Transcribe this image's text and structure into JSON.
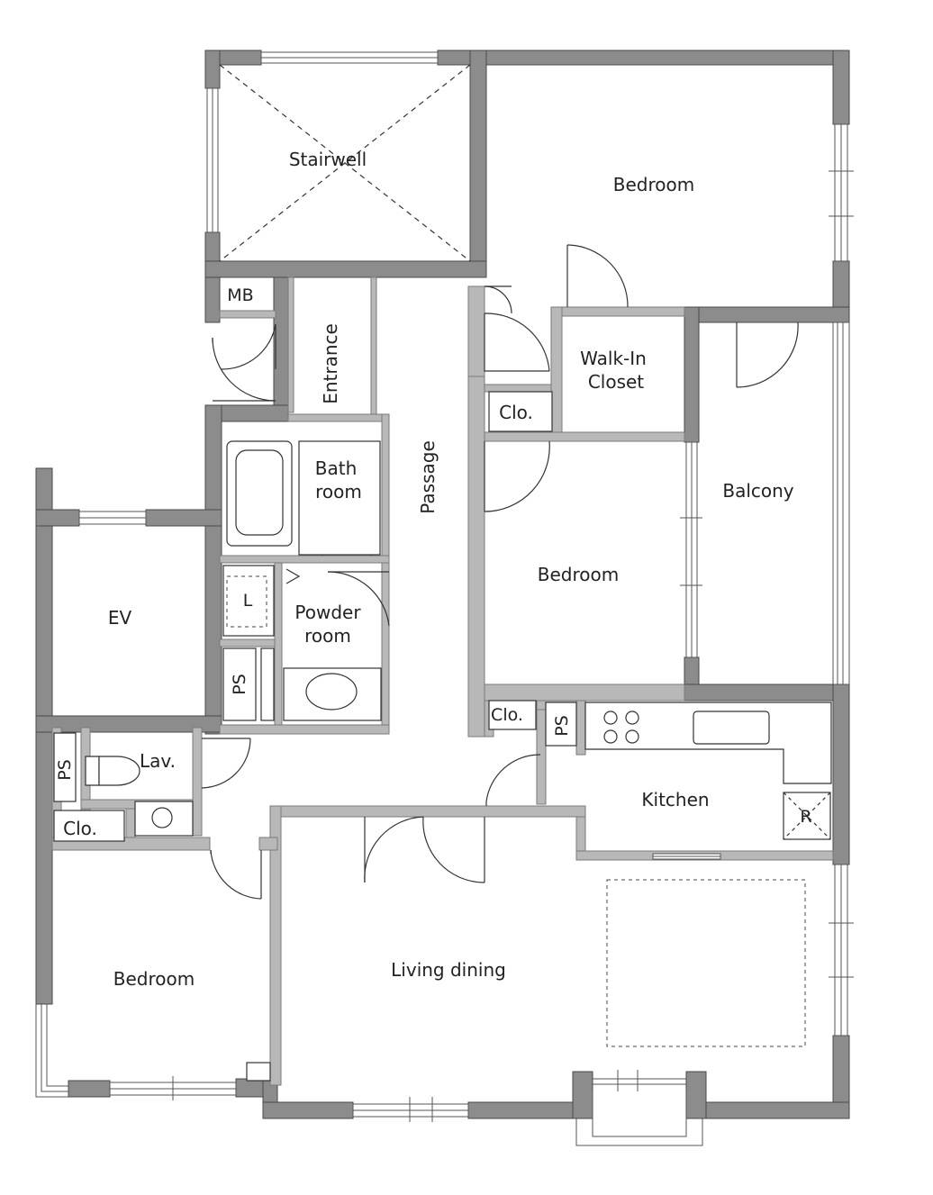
{
  "rooms": {
    "stairwell": "Stairwell",
    "bedroom_top": "Bedroom",
    "mb": "MB",
    "entrance": "Entrance",
    "passage": "Passage",
    "walk_in_1": "Walk-In",
    "walk_in_2": "Closet",
    "clo_upper": "Clo.",
    "balcony": "Balcony",
    "bath_1": "Bath",
    "bath_2": "room",
    "bedroom_mid": "Bedroom",
    "ev": "EV",
    "l_mark": "L",
    "powder_1": "Powder",
    "powder_2": "room",
    "ps_left": "PS",
    "clo_mid": "Clo.",
    "ps_kitchen": "PS",
    "ps_lav": "PS",
    "lav": "Lav.",
    "kitchen": "Kitchen",
    "r_mark": "R",
    "clo_lower": "Clo.",
    "bedroom_bottom": "Bedroom",
    "living": "Living dining"
  }
}
